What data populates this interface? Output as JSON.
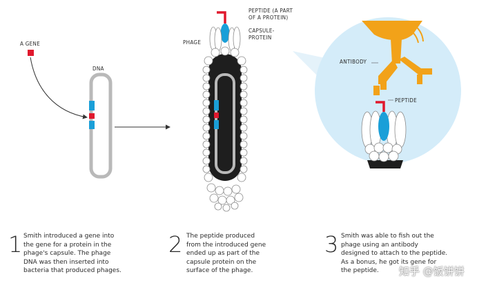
{
  "labels": {
    "gene": "A GENE",
    "dna": "DNA",
    "phage": "PHAGE",
    "peptide_top": "PEPTIDE (A PART\nOF A PROTEIN)",
    "capsule_protein": "CAPSULE-\nPROTEIN",
    "antibody": "ANTIBODY",
    "peptide_zoom": "PEPTIDE"
  },
  "steps": [
    {
      "number": "1",
      "text": "Smith introduced a gene into\nthe gene for a protein in the\nphage's capsule. The phage\nDNA was then inserted into\nbacteria that produced phages."
    },
    {
      "number": "2",
      "text": "The peptide produced\nfrom the introduced gene\nended up as part of the\ncapsule protein on the\nsurface of the phage."
    },
    {
      "number": "3",
      "text": "Smith was able to fish out the\nphage using an antibody\ndesigned to attach to the peptide.\nAs a bonus, he got its gene for\nthe peptide."
    }
  ],
  "watermark": "知乎 @饭饼饼",
  "colors": {
    "gene_red": "#e0182d",
    "peptide_blue": "#1a9fd8",
    "antibody_orange": "#f2a219",
    "zoom_circle": "#d4ecf9",
    "phage_body": "#1e1e1e",
    "dna_gray": "#b9b9b9"
  }
}
